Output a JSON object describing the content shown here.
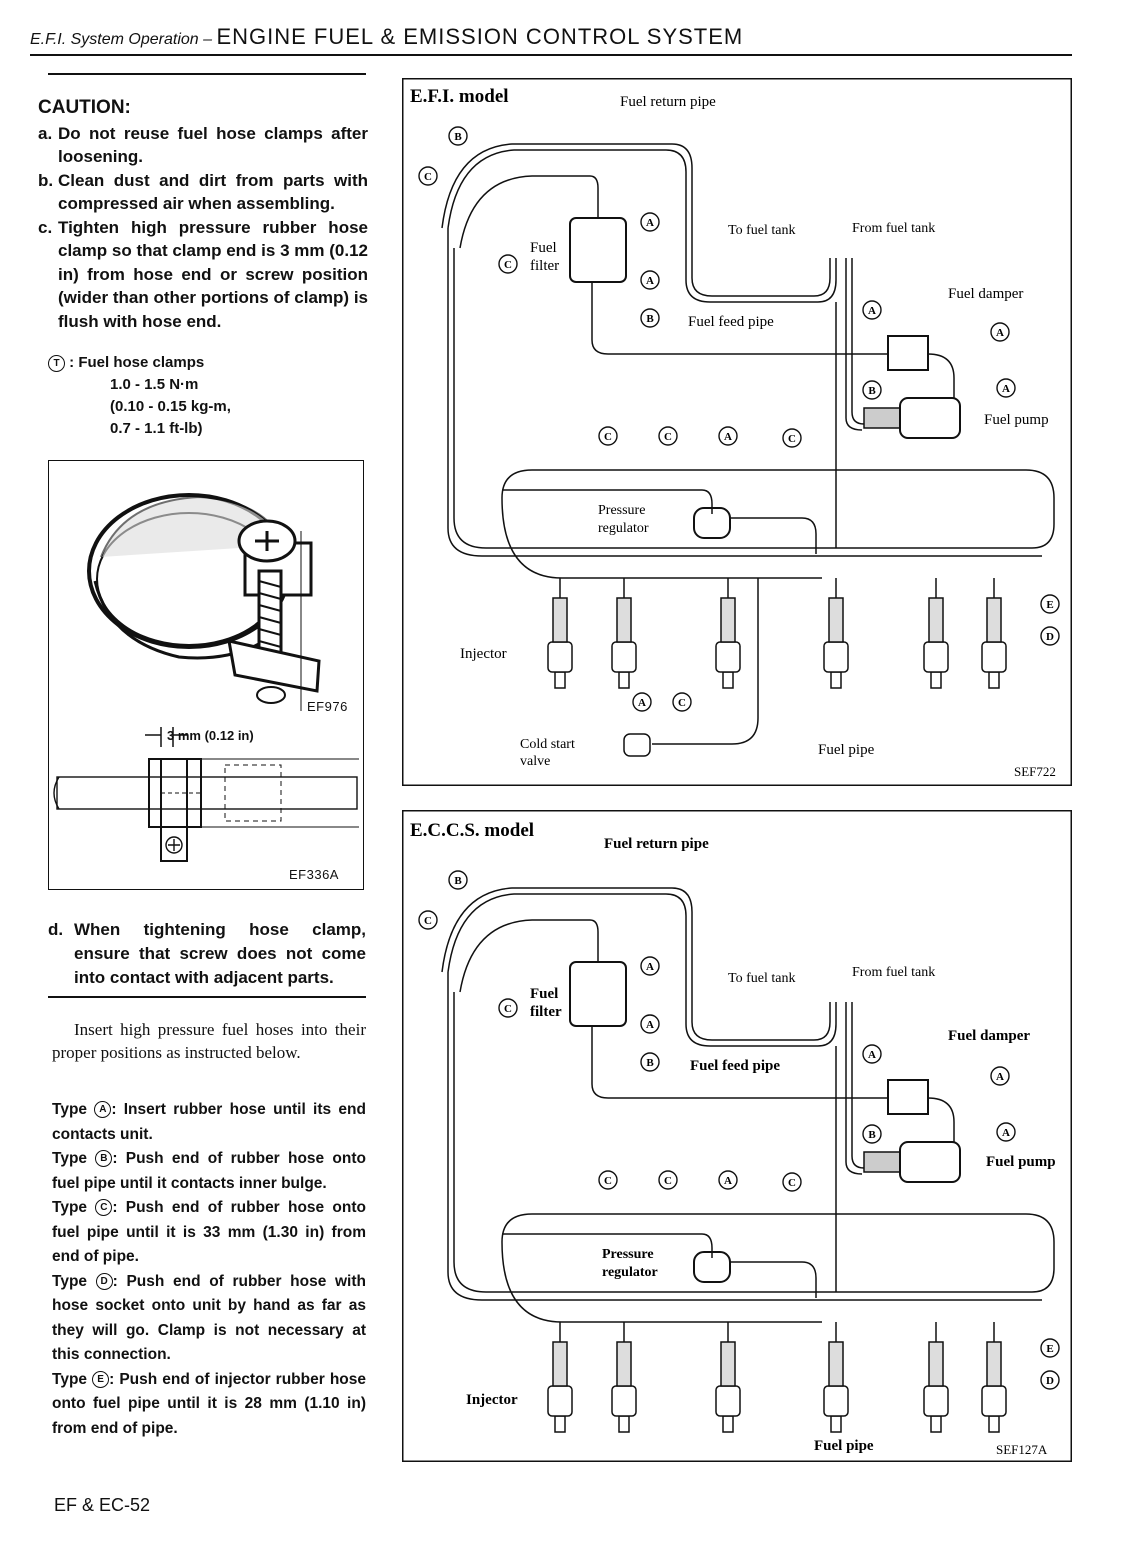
{
  "header": {
    "section_small": "E.F.I. System Operation –",
    "section_big": "ENGINE FUEL & EMISSION CONTROL SYSTEM"
  },
  "caution": {
    "title": "CAUTION:",
    "items": [
      {
        "label": "a.",
        "text": "Do not reuse fuel hose clamps after loosening."
      },
      {
        "label": "b.",
        "text": "Clean dust and dirt from parts with compressed air when assembling."
      },
      {
        "label": "c.",
        "text": "Tighten high pressure rubber hose clamp so that clamp end is 3 mm (0.12 in) from hose end or screw position (wider than other portions of clamp) is flush with hose end."
      }
    ]
  },
  "torque": {
    "symbol": "T",
    "label": ": Fuel hose clamps",
    "lines": [
      "1.0 - 1.5 N·m",
      "(0.10 - 0.15 kg-m,",
      "0.7 - 1.1 ft-lb)"
    ]
  },
  "figure_clamp": {
    "code_top": "EF976",
    "dimension": "3 mm (0.12 in)",
    "code_bottom": "EF336A"
  },
  "note_d": {
    "label": "d.",
    "text": "When tightening hose clamp, ensure that screw does not come into contact with adjacent parts."
  },
  "intro": "Insert high pressure fuel hoses into their proper positions as instructed below.",
  "types": [
    {
      "prefix": "Type",
      "letter": "A",
      "text": ": Insert rubber hose until its end contacts unit."
    },
    {
      "prefix": "Type",
      "letter": "B",
      "text": ": Push end of rubber hose onto fuel pipe until it contacts inner bulge."
    },
    {
      "prefix": "Type",
      "letter": "C",
      "text": ": Push end of rubber hose onto fuel pipe until it is 33 mm (1.30 in) from end of pipe."
    },
    {
      "prefix": "Type",
      "letter": "D",
      "text": ": Push end of rubber hose with hose socket onto unit by hand as far as they will go. Clamp is not necessary at this connection."
    },
    {
      "prefix": "Type",
      "letter": "E",
      "text": ": Push end of injector rubber hose onto fuel pipe until it is 28 mm (1.10 in) from end of pipe."
    }
  ],
  "diagram_efi": {
    "title": "E.F.I. model",
    "code": "SEF722",
    "labels": {
      "return_pipe": "Fuel return pipe",
      "to_tank": "To fuel tank",
      "from_tank": "From fuel tank",
      "fuel_filter_1": "Fuel",
      "fuel_filter_2": "filter",
      "damper": "Fuel damper",
      "feed_pipe": "Fuel feed pipe",
      "pump": "Fuel pump",
      "regulator_1": "Pressure",
      "regulator_2": "regulator",
      "injector": "Injector",
      "cold_start_1": "Cold start",
      "cold_start_2": "valve",
      "fuel_pipe": "Fuel pipe"
    }
  },
  "diagram_eccs": {
    "title": "E.C.C.S. model",
    "code": "SEF127A",
    "labels": {
      "return_pipe": "Fuel return pipe",
      "to_tank": "To fuel tank",
      "from_tank": "From fuel tank",
      "fuel_filter_1": "Fuel",
      "fuel_filter_2": "filter",
      "damper": "Fuel damper",
      "feed_pipe": "Fuel feed pipe",
      "pump": "Fuel pump",
      "regulator_1": "Pressure",
      "regulator_2": "regulator",
      "injector": "Injector",
      "fuel_pipe": "Fuel pipe"
    }
  },
  "footer": {
    "page": "EF & EC-52"
  }
}
